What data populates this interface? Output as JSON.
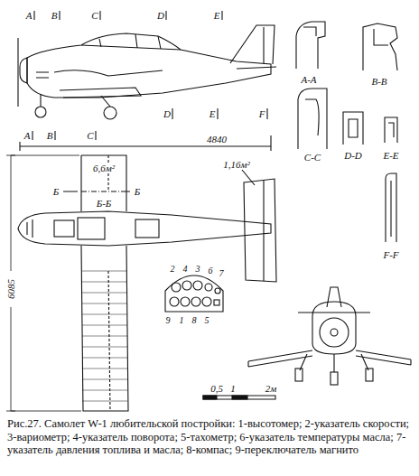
{
  "diagram": {
    "caption": "Рис.27. Самолет W-1 любительской постройки: 1-высотомер; 2-указатель скорости; 3-вариометр; 4-указатель поворота; 5-тахометр; 6-указатель температуры масла; 7-указатель давления топлива и масла; 8-компас; 9-переключатель магнито",
    "labels": [
      "A",
      "B",
      "C",
      "D",
      "E",
      "D",
      "E",
      "F",
      "A",
      "B",
      "C",
      "4840",
      "6,6м²",
      "1,16м²",
      "Б",
      "Б",
      "Б-Б",
      "6085",
      "A-A",
      "B-B",
      "C-C",
      "D-D",
      "E-E",
      "F-F",
      "2",
      "4",
      "3",
      "6",
      "7",
      "9",
      "1",
      "8",
      "5",
      "0,5",
      "1",
      "2м"
    ]
  }
}
